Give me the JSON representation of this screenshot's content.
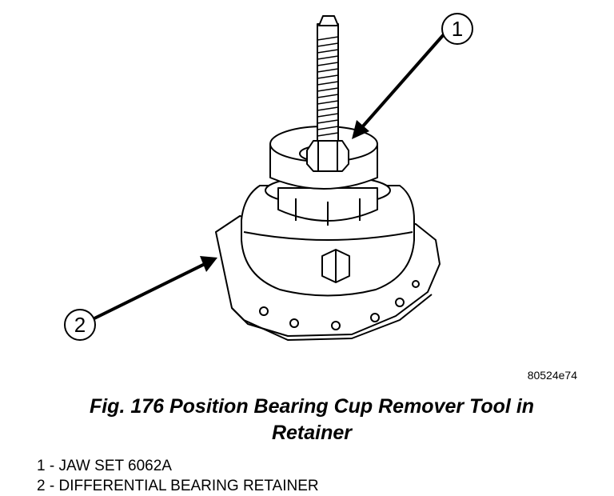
{
  "illustration": {
    "callouts": [
      {
        "number": "1"
      },
      {
        "number": "2"
      }
    ]
  },
  "figure_id": "80524e74",
  "caption": {
    "line1": "Fig. 176 Position Bearing Cup Remover Tool in",
    "line2": "Retainer"
  },
  "legend": [
    {
      "number": "1",
      "separator": "-",
      "text": "JAW SET 6062A"
    },
    {
      "number": "2",
      "separator": "-",
      "text": "DIFFERENTIAL BEARING RETAINER"
    }
  ]
}
